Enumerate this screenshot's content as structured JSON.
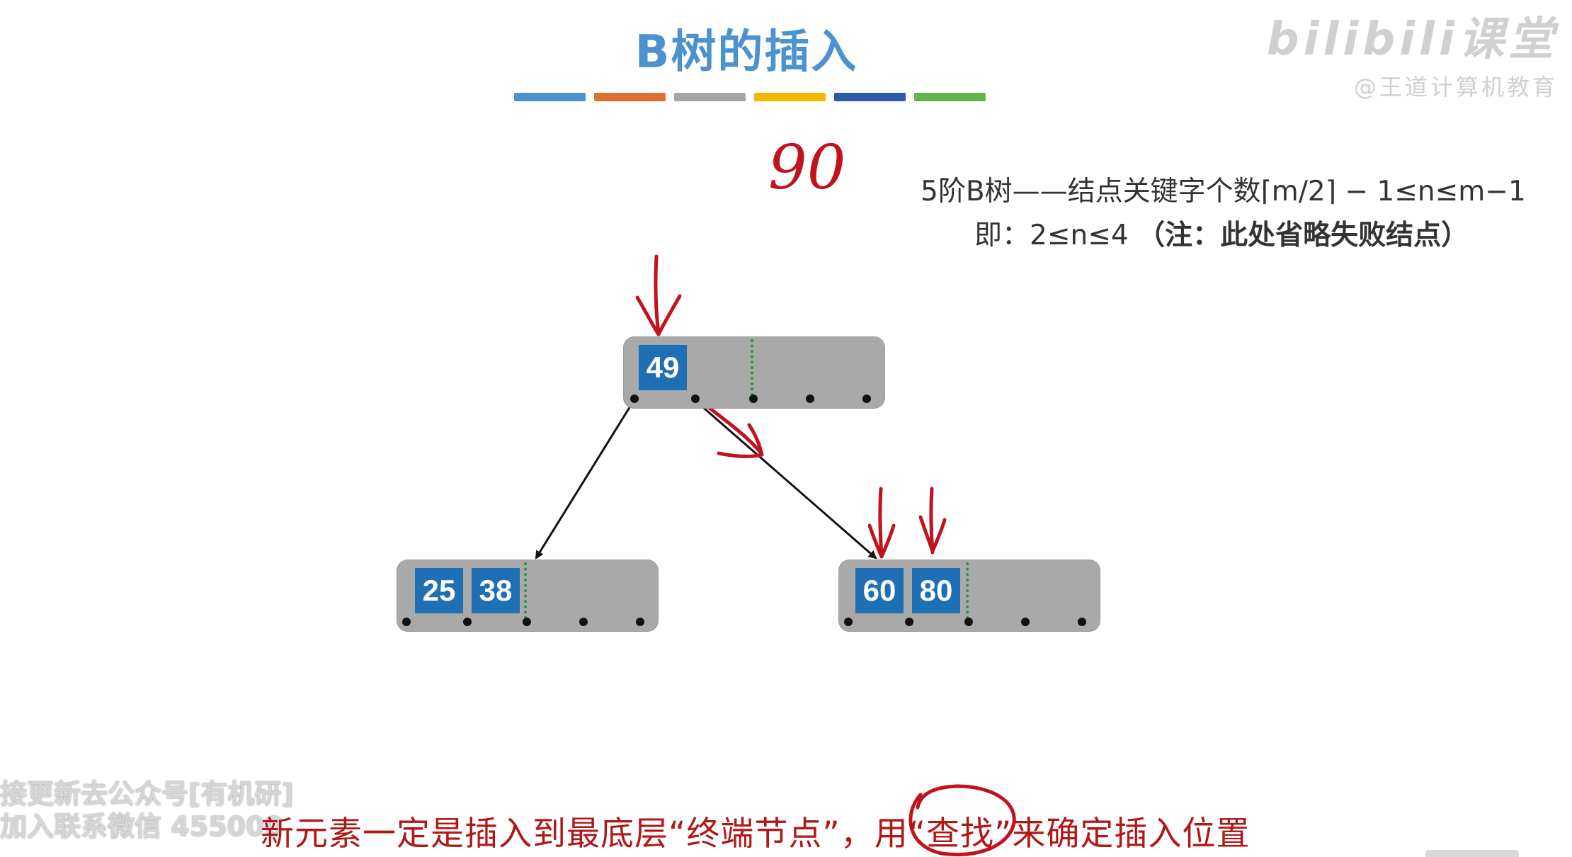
{
  "header": {
    "title": "B树的插入",
    "stripe_colors": [
      "#4b92cf",
      "#e07032",
      "#a5a5a5",
      "#f5b800",
      "#2f5aa5",
      "#61b54a"
    ]
  },
  "watermark": {
    "line1": "bilibili课堂",
    "line2": "@王道计算机教育"
  },
  "annotation": {
    "inserted_value": "90"
  },
  "info": {
    "line1": "5阶B树——结点关键字个数⌈m/2⌉ − 1≤n≤m−1",
    "line2_main": "即：2≤n≤4",
    "line2_note": "（注：此处省略失败结点）"
  },
  "tree": {
    "root": {
      "keys": [
        "49"
      ]
    },
    "left": {
      "keys": [
        "25",
        "38"
      ]
    },
    "right": {
      "keys": [
        "60",
        "80"
      ]
    }
  },
  "caption": {
    "text": "新元素一定是插入到最底层“终端节点”，用“查找”来确定插入位置"
  },
  "overlay": {
    "line1": "接更新去公众号[有机研]",
    "line2": "加入联系微信 455000"
  }
}
